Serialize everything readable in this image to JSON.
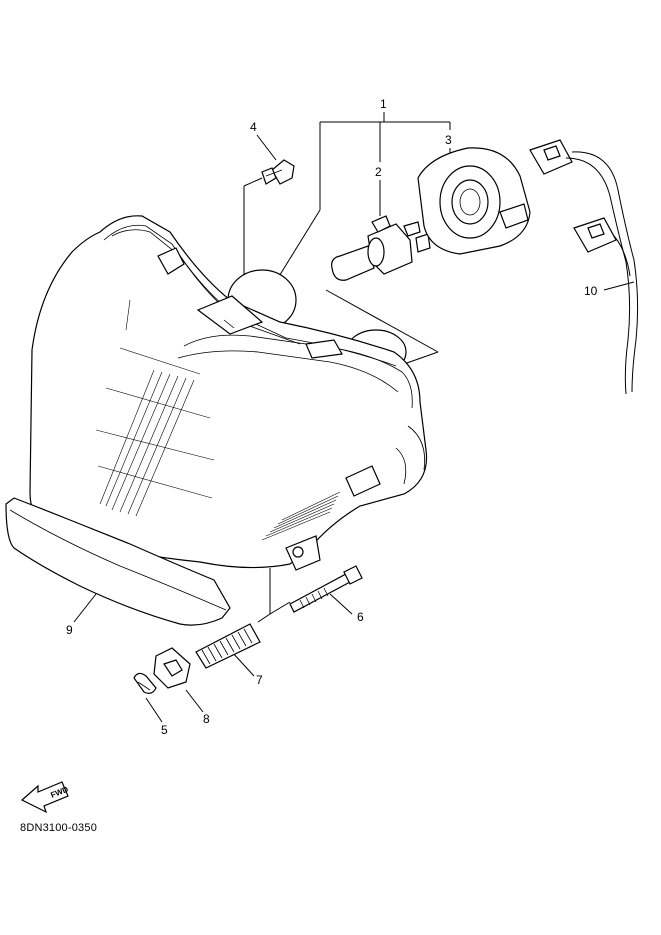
{
  "callouts": {
    "c1": "1",
    "c2": "2",
    "c3": "3",
    "c4": "4",
    "c5": "5",
    "c6": "6",
    "c7": "7",
    "c8": "8",
    "c9": "9",
    "c10": "10"
  },
  "fwd_label": "FWD",
  "diagram_code": "8DN3100-0350"
}
